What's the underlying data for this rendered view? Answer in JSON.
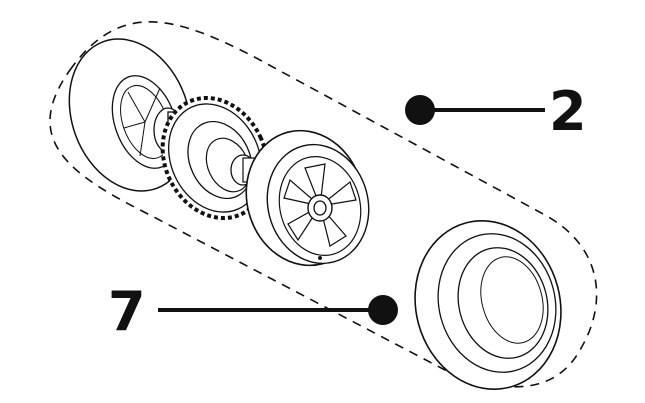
{
  "callouts": {
    "upper": {
      "number": "2"
    },
    "lower": {
      "number": "7"
    }
  },
  "colors": {
    "ink": "#111111",
    "paper": "#ffffff"
  },
  "parts": [
    "assembled-wheel",
    "inner-rim",
    "gear-ring",
    "hub-shaft",
    "outer-wheel",
    "tire"
  ]
}
